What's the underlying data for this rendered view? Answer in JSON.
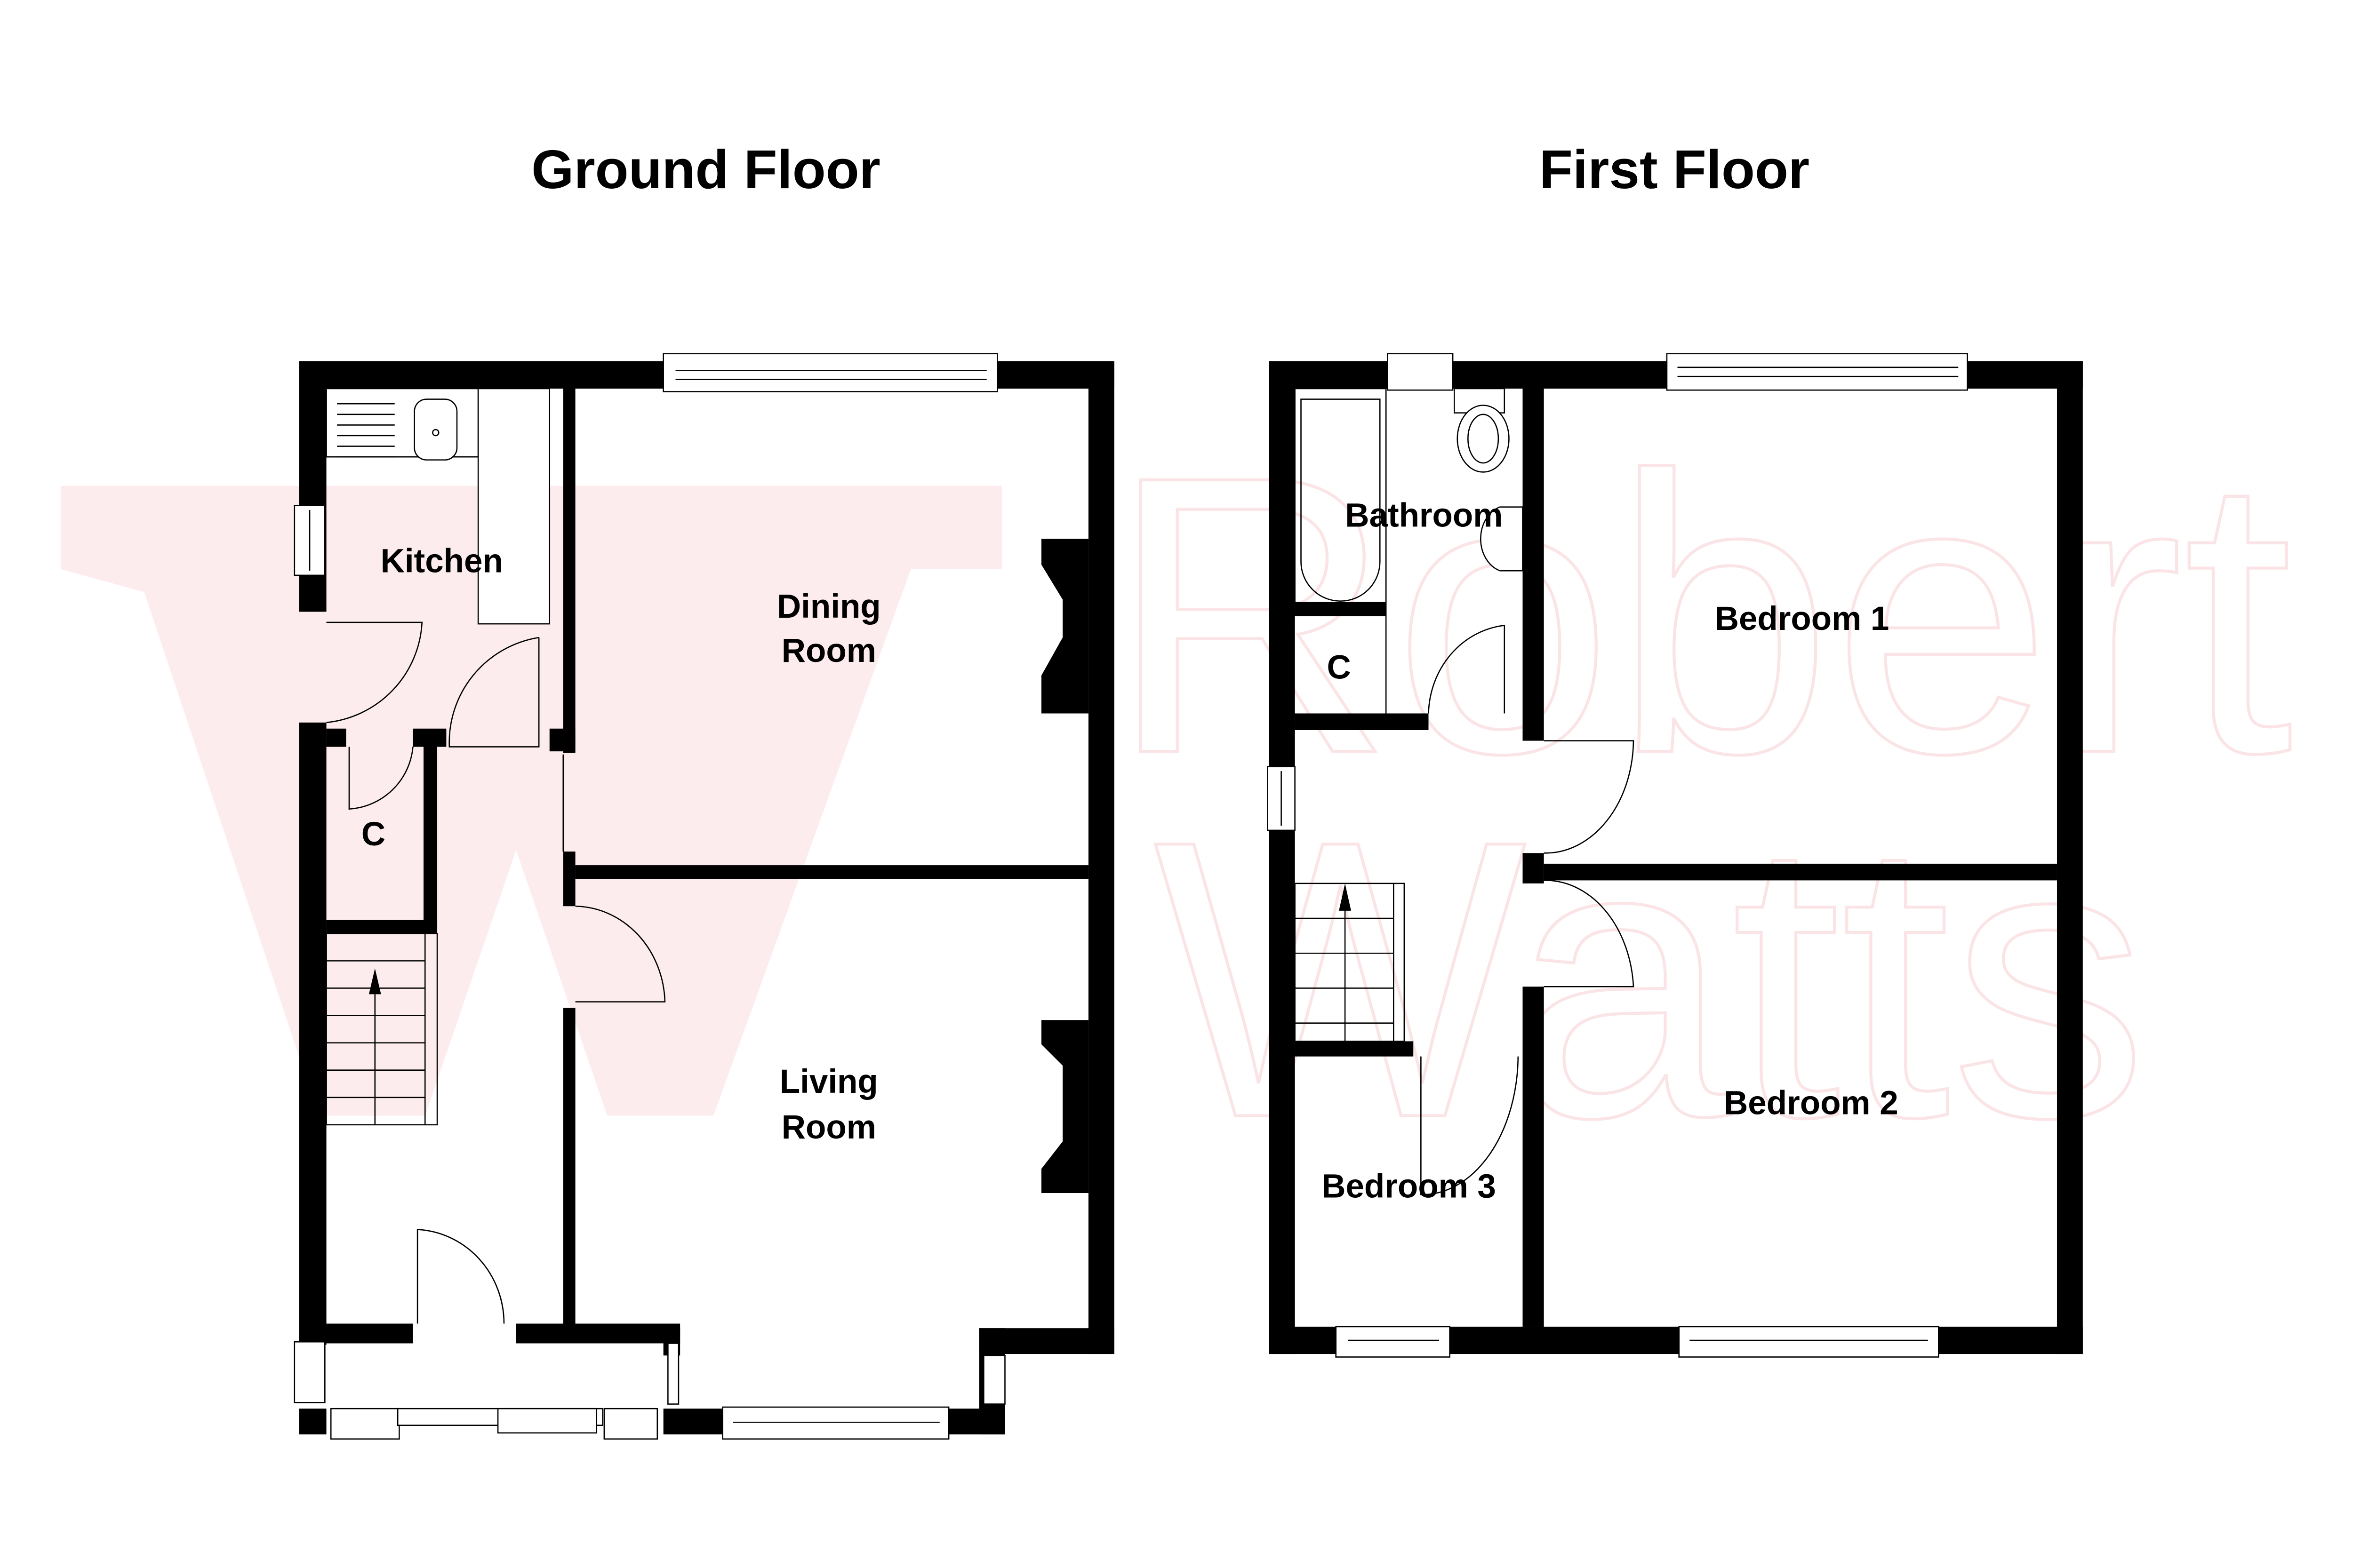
{
  "floors": [
    {
      "title": "Ground Floor",
      "rooms": [
        {
          "label_lines": [
            "Kitchen"
          ]
        },
        {
          "label_lines": [
            "Dining",
            "Room"
          ]
        },
        {
          "label_lines": [
            "C"
          ]
        },
        {
          "label_lines": [
            "Living",
            "Room"
          ]
        }
      ]
    },
    {
      "title": "First Floor",
      "rooms": [
        {
          "label_lines": [
            "Bathroom"
          ]
        },
        {
          "label_lines": [
            "C"
          ]
        },
        {
          "label_lines": [
            "Bedroom 1"
          ]
        },
        {
          "label_lines": [
            "Bedroom 2"
          ]
        },
        {
          "label_lines": [
            "Bedroom 3"
          ]
        }
      ]
    }
  ],
  "watermark": {
    "logo_letters": "W",
    "text_line_1": "Robert",
    "text_line_2": "Watts",
    "color": "#fcecee"
  },
  "colors": {
    "wall": "#000000",
    "background": "#ffffff"
  }
}
